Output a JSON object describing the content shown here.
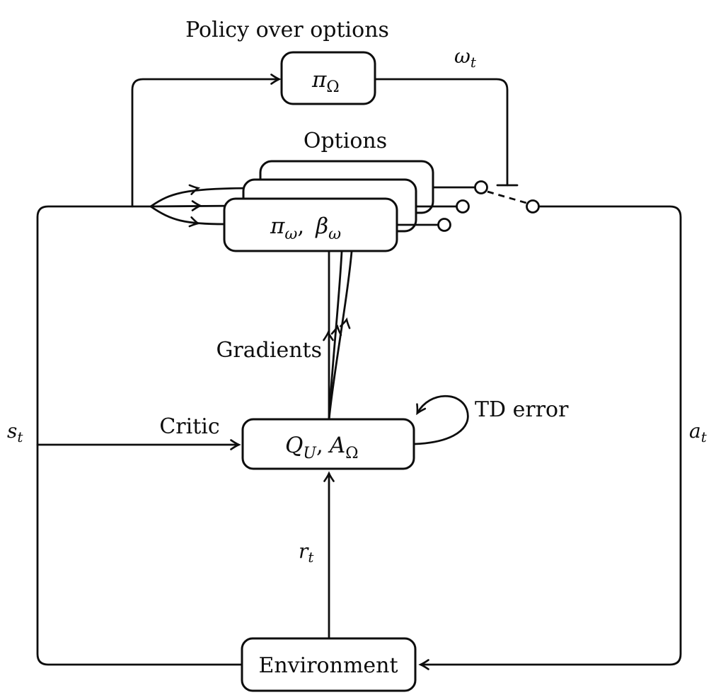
{
  "colors": {
    "ink": "#0d0d0d",
    "paper": "#ffffff"
  },
  "titles": {
    "policy_over_options": "Policy over options",
    "options": "Options"
  },
  "boxes": {
    "policy": {
      "pi": "π",
      "sub": "Ω"
    },
    "option_front": {
      "pi": "π",
      "pi_sub": "ω",
      "separator": ",",
      "beta": "β",
      "beta_sub": "ω"
    },
    "critic": {
      "q": "Q",
      "q_sub": "U",
      "separator": ",",
      "a": "A",
      "a_sub": "Ω"
    },
    "environment": {
      "label": "Environment"
    }
  },
  "edges": {
    "critic_label": "Critic",
    "gradients_label": "Gradients",
    "td_error_label": "TD error",
    "state": {
      "base": "s",
      "sub": "t"
    },
    "action": {
      "base": "a",
      "sub": "t"
    },
    "reward": {
      "base": "r",
      "sub": "t"
    },
    "option_choice": {
      "base": "ω",
      "sub": "t"
    }
  }
}
